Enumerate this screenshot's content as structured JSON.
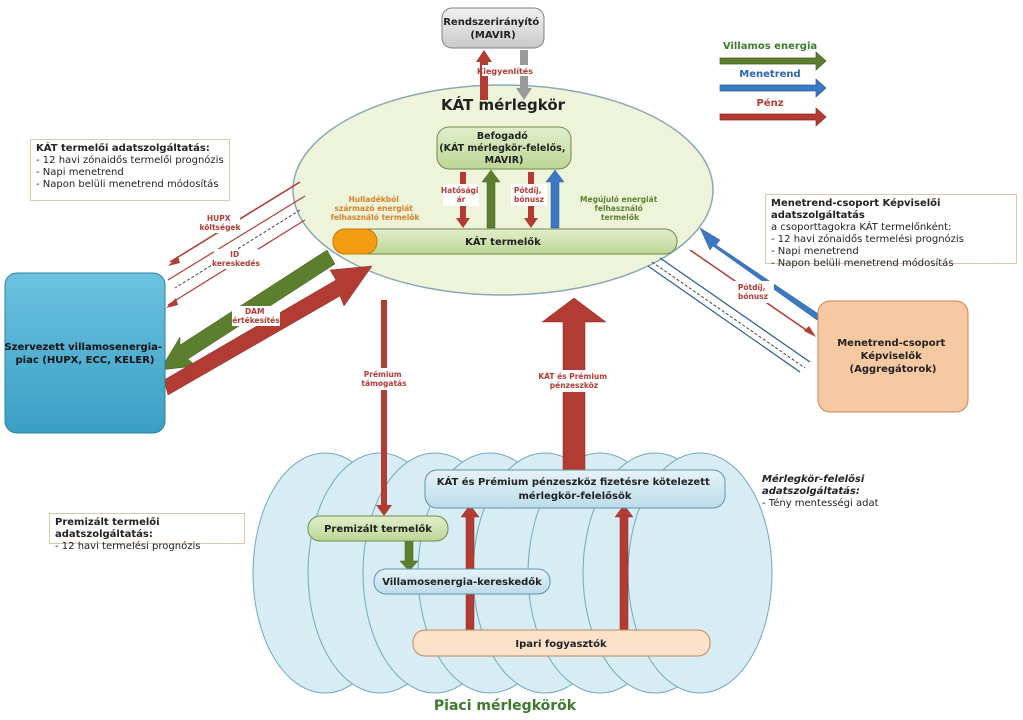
{
  "title_main": "KÁT mérlegkör",
  "title_bottom": "Piaci mérlegkörök",
  "legend": {
    "villamos": "Villamos energia",
    "menetrend": "Menetrend",
    "penz": "Pénz"
  },
  "nodes": {
    "mavir": [
      "Rendszerirányító",
      "(MAVIR)"
    ],
    "befogado": [
      "Befogadó",
      "(KÁT mérlegkör-felelős,",
      "MAVIR)"
    ],
    "kat_termelok": "KÁT termelők",
    "szervezett": [
      "Szervezett villamosenergia-",
      "piac (HUPX, ECC, KELER)"
    ],
    "aggregator": [
      "Menetrend-csoport",
      "Képviselők",
      "(Aggregátorok)"
    ],
    "kat_premium_felelosok": [
      "KÁT és Prémium pénzeszköz fizetésre kötelezett",
      "mérlegkör-felelősök"
    ],
    "premizalt": "Premizált termelők",
    "kereskedok": "Villamosenergia-kereskedők",
    "ipari": "Ipari fogyasztók"
  },
  "labels": {
    "kiegyenlites": "Kiegyenlítés",
    "hatosagi": [
      "Hatósági",
      "ár"
    ],
    "potdij_inner": [
      "Pótdíj,",
      "bónusz"
    ],
    "hulladek": [
      "Hulladékból",
      "származó energiát",
      "felhasználó termelők"
    ],
    "megujulo": [
      "Megújuló energiát",
      "felhasználó",
      "termelők"
    ],
    "hupx": [
      "HUPX",
      "költségek"
    ],
    "id": [
      "ID",
      "kereskedés"
    ],
    "dam": [
      "DAM",
      "értékesítés"
    ],
    "potdij_right": [
      "Pótdíj,",
      "bónusz"
    ],
    "premium_tamogatas": [
      "Prémium",
      "támogatás"
    ],
    "kat_premium_penz": [
      "KÁT és Prémium",
      "pénzeszköz"
    ]
  },
  "notes": {
    "kat_termeloi": {
      "title": "KÁT termelői adatszolgáltatás:",
      "items": [
        "12 havi zónaidős termelői prognózis",
        "Napi menetrend",
        "Napon belüli menetrend módosítás"
      ]
    },
    "menetrend_csoport": {
      "title": "Menetrend-csoport Képviselői adatszolgáltatás",
      "subtitle": "a csoporttagokra KÁT termelőnként:",
      "items": [
        "12 havi zónaidős termelési prognózis",
        "Napi menetrend",
        "Napon belüli menetrend módosítás"
      ]
    },
    "merlegkor_felelosi": {
      "title": "Mérlegkör-felelősi adatszolgáltatás:",
      "items": [
        "Tény mentességi adat"
      ]
    },
    "premizalt_termeloi": {
      "title": "Premizált termelői adatszolgáltatás:",
      "items": [
        "12 havi termelési prognózis"
      ]
    }
  },
  "colors": {
    "green": "#5b7f2e",
    "blue": "#3b78c4",
    "red": "#b23b33",
    "ellipse": "#eef4d9",
    "light_blue": "#d4e8f1",
    "light_green": "#d0e2b0",
    "orange": "#f7c9a2",
    "peach": "#fde2cb",
    "gray": "#d9d9d9",
    "aqua": "#4fb1d3"
  }
}
